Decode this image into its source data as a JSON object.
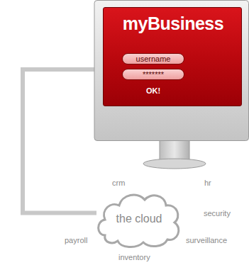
{
  "diagram": {
    "nodes": [
      {
        "text": [
          "myBusiness",
          "OK!"
        ]
      },
      {
        "text": [
          "username"
        ],
        "in": 0
      },
      {
        "text": [
          "*******"
        ],
        "in": 0
      },
      {
        "text": [
          "the cloud"
        ]
      }
    ],
    "edges": [
      {
        "from": 0,
        "to": 3,
        "arrow": "none"
      }
    ],
    "labels": [
      "crm",
      "hr",
      "security",
      "surveillance",
      "inventory",
      "payroll"
    ]
  }
}
